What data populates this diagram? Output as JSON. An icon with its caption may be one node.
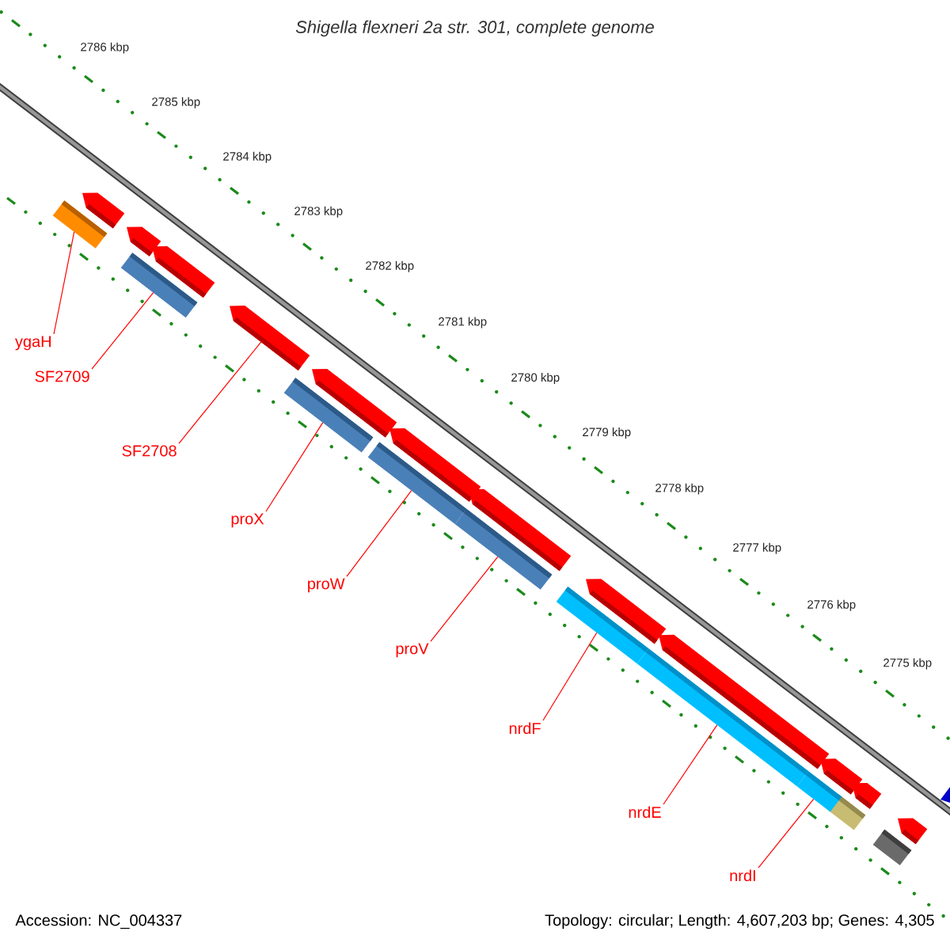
{
  "diagram": {
    "title": "Shigella flexneri 2a str. 301, complete genome",
    "nodes": [
      {
        "text": [
          "ygaH"
        ]
      },
      {
        "text": [
          "SF2709"
        ]
      },
      {
        "text": [
          "SF2708"
        ]
      },
      {
        "text": [
          "proX"
        ]
      },
      {
        "text": [
          "proW"
        ]
      },
      {
        "text": [
          "proV"
        ]
      },
      {
        "text": [
          "nrdF"
        ]
      },
      {
        "text": [
          "nrdE"
        ]
      },
      {
        "text": [
          "nrdI"
        ]
      },
      {
        "text": [],
        "shape": "bar"
      },
      {
        "text": [],
        "shape": "bar"
      },
      {
        "text": [],
        "shape": "pentagon"
      },
      {
        "text": [],
        "shape": "bar"
      },
      {
        "text": [],
        "shape": "bar"
      },
      {
        "text": [],
        "shape": "bar"
      },
      {
        "text": [],
        "shape": "bar"
      },
      {
        "text": [],
        "shape": "bar"
      },
      {
        "text": [],
        "shape": "bar"
      }
    ],
    "edges": [
      {
        "from": 0,
        "to": 9,
        "arrow": "none"
      },
      {
        "from": 1,
        "to": 10,
        "arrow": "none"
      },
      {
        "from": 2,
        "to": 11,
        "arrow": "none"
      },
      {
        "from": 3,
        "to": 12,
        "arrow": "none"
      },
      {
        "from": 4,
        "to": 13,
        "arrow": "none"
      },
      {
        "from": 5,
        "to": 14,
        "arrow": "none"
      },
      {
        "from": 6,
        "to": 15,
        "arrow": "none"
      },
      {
        "from": 7,
        "to": 16,
        "arrow": "none"
      },
      {
        "from": 8,
        "to": 17,
        "arrow": "none"
      }
    ],
    "labels": [
      "2786 kbp",
      "2785 kbp",
      "2784 kbp",
      "2783 kbp",
      "2782 kbp",
      "2781 kbp",
      "2780 kbp",
      "2779 kbp",
      "2778 kbp",
      "2777 kbp",
      "2776 kbp",
      "2775 kbp",
      "Accession: NC_004337",
      "Topology: circular; Length: 4,607,203 bp; Genes: 4,305"
    ]
  }
}
